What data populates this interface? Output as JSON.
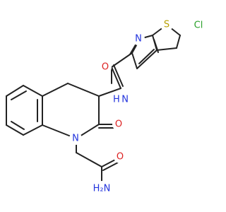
{
  "molecule": {
    "atom_labels": {
      "sulfur": "S",
      "chlorine": "Cl",
      "ring_nitrogen": "N",
      "amide_nh": "H N",
      "carbonyl_oxygen_top": "O",
      "lactam_nitrogen": "N",
      "lactam_oxygen": "O",
      "terminal_oxygen": "O",
      "terminal_amine": "H₂N"
    },
    "colors": {
      "bond": "#222222",
      "sulfur": "#b8a000",
      "chlorine": "#2aa02a",
      "nitrogen": "#2233dd",
      "oxygen": "#dd2222"
    }
  }
}
